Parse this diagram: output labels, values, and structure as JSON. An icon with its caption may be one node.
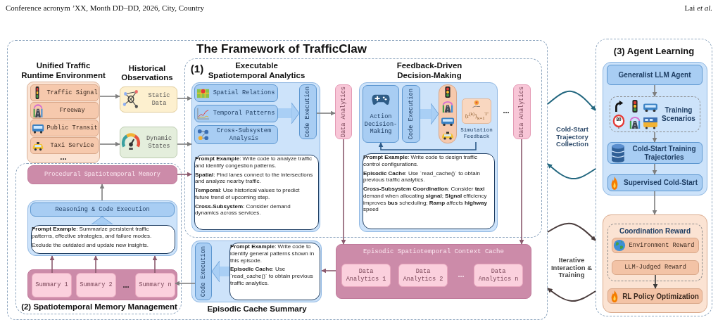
{
  "diagram": {
    "title": "The Framework of TrafficClaw",
    "nodes": [
      {
        "text": [],
        "shape": "box"
      },
      {
        "text": [
          "Unified Traffic Runtime Environment",
          "..."
        ],
        "in": 0
      },
      {
        "text": [
          "Traffic Signal"
        ],
        "in": 1
      },
      {
        "text": [
          "Freeway"
        ],
        "in": 1
      },
      {
        "text": [
          "Public Transit"
        ],
        "in": 1
      },
      {
        "text": [
          "Taxi Service"
        ],
        "in": 1
      },
      {
        "text": [
          "Static Data"
        ],
        "in": 0
      },
      {
        "text": [
          "Dynamic States"
        ],
        "in": 0
      },
      {
        "text": [
          "(1)"
        ],
        "in": 0
      },
      {
        "text": [
          "Executable Spatiotemporal Analytics"
        ],
        "in": 8
      },
      {
        "text": [
          "Spatial Relations"
        ],
        "in": 9
      },
      {
        "text": [
          "Temporal Patterns"
        ],
        "in": 9
      },
      {
        "text": [
          "Cross-Subsystem Analysis"
        ],
        "in": 9
      },
      {
        "text": [
          "Code Execution"
        ],
        "in": 9
      },
      {
        "text": [
          "**Prompt Example**: Write code to analyze traffic and identify congestion patterns.",
          "**Spatial**: Find lanes connect to the intersections and analyze nearby traffic.",
          "**Temporal**: Use historical values to predict future trend of upcoming step.",
          "**Cross-Subsystem**: Consider demand dynamics across services."
        ],
        "in": 9
      },
      {
        "text": [
          "Data Analytics"
        ],
        "in": 8
      },
      {
        "text": [
          "Feedback-Driven Decision-Making"
        ],
        "in": 8
      },
      {
        "text": [
          "Action Decision-Making"
        ],
        "in": 16
      },
      {
        "text": [
          "Code Execution"
        ],
        "in": 16
      },
      {
        "text": [],
        "shape": "box",
        "in": 16
      },
      {
        "text": [
          "{r$^{(k)}$}$_{k=1}$$^{T′}$"
        ],
        "beside": [
          "Simulation Feedback"
        ],
        "in": 16
      },
      {
        "text": [
          "**Prompt Example**: Write code to design traffic control configurations.",
          "**Episodic Cache**: Use `read_cache()` to obtain previous traffic analytics.",
          "**Cross-Subsystem Coordination**: Consider **taxi** demand when allocating **signal**; **Signal** efficiency improves **bus** scheduling; **Ramp** affects **highway** speed"
        ],
        "in": 16
      },
      {
        "text": [
          "Data Analytics"
        ],
        "in": 8
      },
      {
        "text": [
          "(2) Spatiotemporal Memory Management"
        ],
        "in": 0
      },
      {
        "text": [
          "Procedural Spatiotemporal Memory"
        ],
        "in": 23
      },
      {
        "text": [],
        "shape": "box",
        "in": 23
      },
      {
        "text": [
          "Reasoning & Code Execution"
        ],
        "in": 25
      },
      {
        "text": [
          "**Prompt Example**: Summarize persistent traffic patterns, effective strategies, and failure modes.",
          "Exclude the outdated and update new insights."
        ],
        "in": 25
      },
      {
        "text": [],
        "shape": "bar",
        "in": 23
      },
      {
        "text": [
          "Summary 1"
        ],
        "in": 28
      },
      {
        "text": [
          "Summary 2"
        ],
        "in": 28
      },
      {
        "text": [
          "Summary n"
        ],
        "in": 28
      },
      {
        "text": [
          "Episodic Cache Summary"
        ],
        "in": 0
      },
      {
        "text": [
          "Code Execution"
        ],
        "in": 32
      },
      {
        "text": [
          "**Prompt Example**: Write code to identify general patterns shown in this episode.",
          "**Episodic Cache**: Use `read_cache()` to obtain previous traffic analytics."
        ],
        "in": 32
      },
      {
        "text": [
          "Episodic Spatiotemporal Context Cache"
        ],
        "in": 0
      },
      {
        "text": [
          "Data Analytics 1"
        ],
        "in": 35
      },
      {
        "text": [
          "Data Analytics 2"
        ],
        "in": 35
      },
      {
        "text": [
          "Data Analytics n"
        ],
        "in": 35
      },
      {
        "text": [
          "(3) Agent Learning"
        ]
      },
      {
        "text": [],
        "shape": "box",
        "in": 39
      },
      {
        "text": [
          "Generalist LLM Agent"
        ],
        "in": 40
      },
      {
        "text": [
          "Training Scenarios"
        ],
        "in": 40
      },
      {
        "text": [
          "Cold-Start Training Trajectories"
        ],
        "in": 40
      },
      {
        "text": [
          "Supervised Cold-Start"
        ],
        "in": 40
      },
      {
        "text": [],
        "shape": "box",
        "in": 39
      },
      {
        "text": [
          "Coordination Reward"
        ],
        "in": 45
      },
      {
        "text": [
          "Environment Reward"
        ],
        "in": 46
      },
      {
        "text": [
          "LLM-Judged Reward"
        ],
        "in": 46
      },
      {
        "text": [
          "RL Policy Optimization"
        ],
        "in": 45
      }
    ],
    "edges": [
      {
        "from": 1,
        "to": 6,
        "arrow": "to"
      },
      {
        "from": 1,
        "to": 7,
        "arrow": "to"
      },
      {
        "from": 6,
        "to": 9,
        "arrow": "to"
      },
      {
        "from": 7,
        "to": 9,
        "arrow": "to"
      },
      {
        "from": 24,
        "to": 9,
        "arrow": "to",
        "color": "#8b5a6e"
      },
      {
        "from": 11,
        "to": 13,
        "arrow": "to",
        "style": "thick",
        "color": "#a9cff5"
      },
      {
        "from": 13,
        "to": 15,
        "arrow": "to"
      },
      {
        "from": 15,
        "to": 35,
        "arrow": "to",
        "color": "#8b5a6e"
      },
      {
        "from": 22,
        "to": 35,
        "arrow": "to",
        "color": "#8b5a6e"
      },
      {
        "from": 18,
        "to": 19,
        "arrow": "to",
        "style": "thick",
        "color": "#a9cff5"
      },
      {
        "from": 20,
        "to": 17,
        "arrow": "to",
        "color": "#2d5b8a"
      },
      {
        "from": 35,
        "to": 32,
        "arrow": "to",
        "color": "#8b5a6e"
      },
      {
        "from": 34,
        "to": 33,
        "arrow": "to",
        "style": "thick",
        "color": "#a9cff5"
      },
      {
        "from": 33,
        "to": 31,
        "arrow": "to"
      },
      {
        "from": 29,
        "to": 25,
        "arrow": "to",
        "color": "#8b5a6e"
      },
      {
        "from": 30,
        "to": 25,
        "arrow": "to",
        "color": "#8b5a6e"
      },
      {
        "from": 31,
        "to": 25,
        "arrow": "to",
        "color": "#8b5a6e"
      },
      {
        "from": 27,
        "to": 26,
        "arrow": "to",
        "style": "thick",
        "color": "#a9cff5"
      },
      {
        "from": 25,
        "to": 24,
        "arrow": "to"
      },
      {
        "from": 41,
        "to": 42,
        "arrow": "to"
      },
      {
        "from": 42,
        "to": 43,
        "arrow": "to"
      },
      {
        "from": 43,
        "to": 44,
        "arrow": "to"
      },
      {
        "from": 44,
        "to": 45,
        "arrow": "to"
      },
      {
        "from": 48,
        "to": 49,
        "arrow": "to",
        "color": "#3a3a3a"
      },
      {
        "from": 0,
        "to": 39,
        "arrow": "to",
        "color": "#23677f"
      },
      {
        "from": 39,
        "to": 0,
        "arrow": "to",
        "color": "#23677f"
      },
      {
        "from": 0,
        "to": 39,
        "arrow": "to",
        "color": "#4b3d3d"
      },
      {
        "from": 39,
        "to": 0,
        "arrow": "to",
        "color": "#4b3d3d"
      }
    ],
    "labels": [
      "Conference acronym ’XX, Month DD–DD, 2026, City, Country",
      "Lai *et al.*",
      "Historical Observations",
      "...",
      "...",
      "...",
      "Cold-Start Trajectory Collection",
      "80",
      "Iterative Interaction & Training"
    ]
  }
}
